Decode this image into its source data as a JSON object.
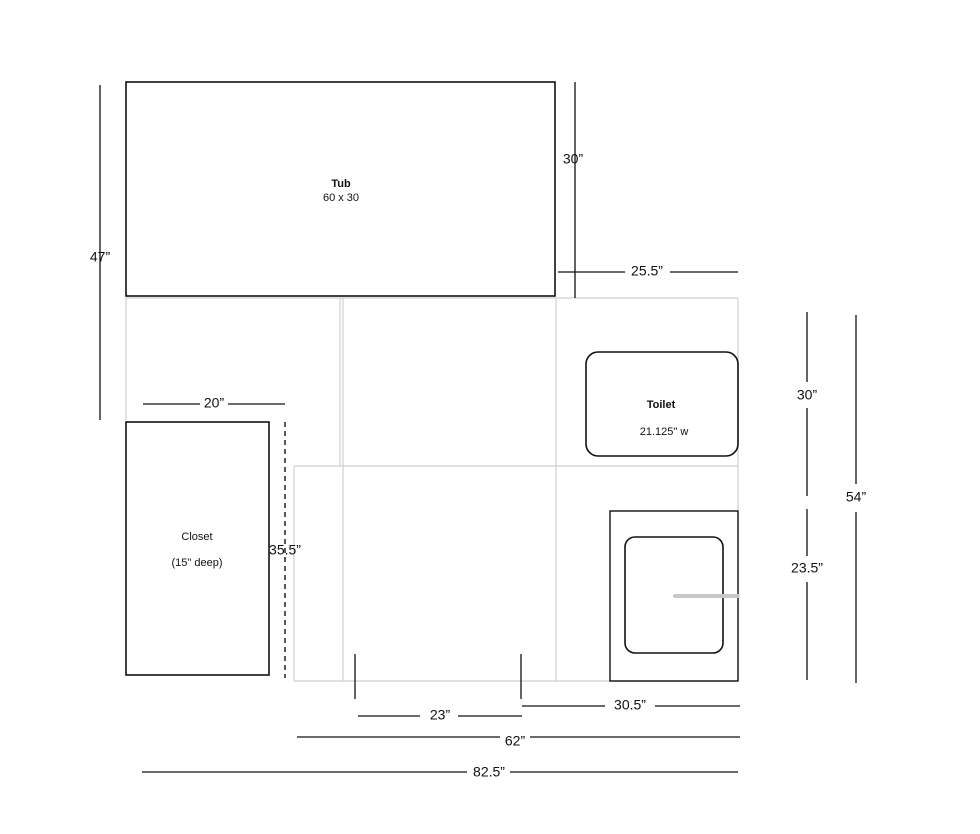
{
  "labels": {
    "tub_title": "Tub",
    "tub_size": "60 x 30",
    "toilet_title": "Toilet",
    "toilet_width": "21.125\" w",
    "closet_title": "Closet",
    "closet_depth": "(15\" deep)"
  },
  "dimensions": {
    "tub_left_height": "47”",
    "tub_right_height": "30”",
    "tub_to_wall": "25.5”",
    "closet_width": "20”",
    "closet_height": "35.5”",
    "toilet_height": "30”",
    "vanity_height": "23.5”",
    "right_total": "54”",
    "bottom_inner": "23”",
    "bottom_right": "30.5”",
    "bottom_mid": "62”",
    "bottom_total": "82.5”"
  },
  "colors": {
    "outline": "#111111",
    "grid": "#cfcfcf",
    "faucet": "#c8c8c8"
  }
}
